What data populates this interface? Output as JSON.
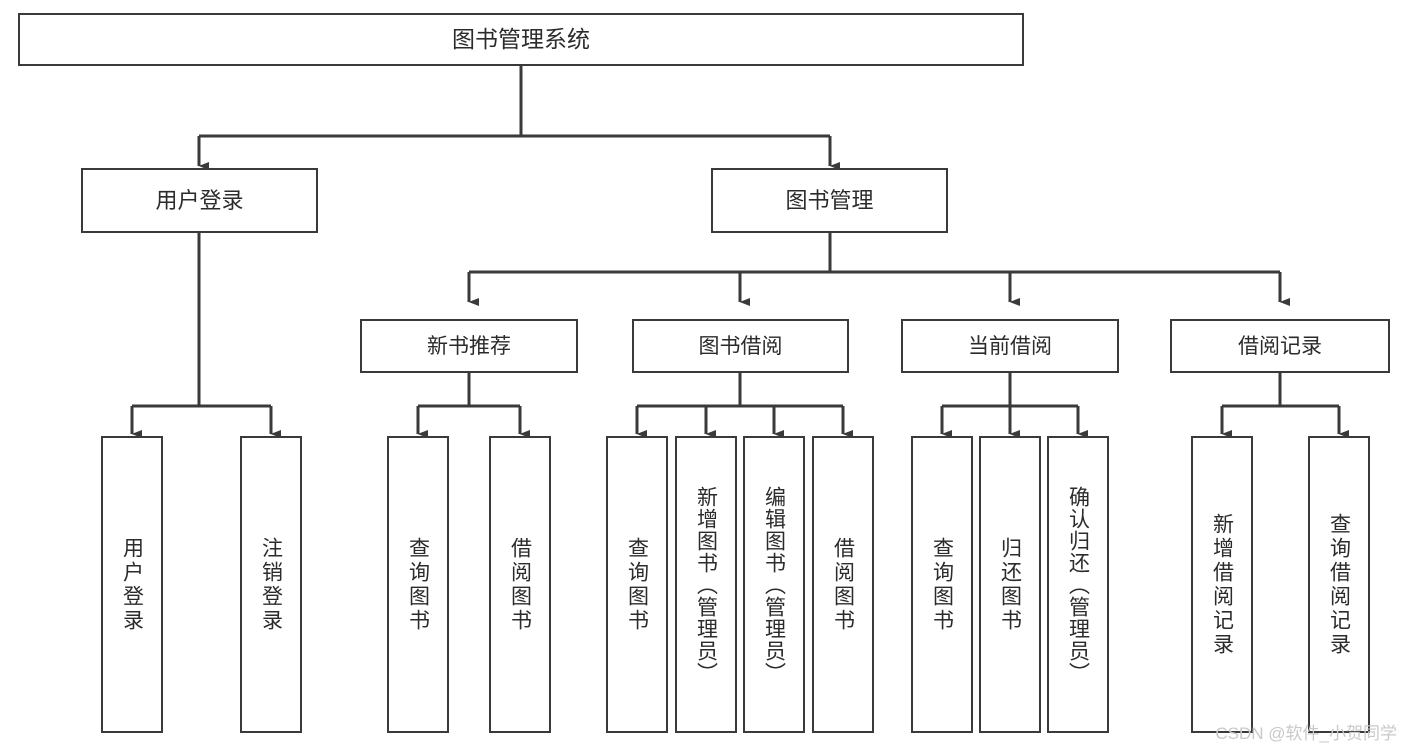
{
  "diagram": {
    "title": "图书管理系统",
    "watermark": "CSDN @软件_小贺同学",
    "colors": {
      "stroke": "#3a3a3a",
      "fill": "#ffffff",
      "text": "#2b2b2b",
      "watermark": "#c9c9c9"
    },
    "levels": {
      "root": {
        "label": "图书管理系统"
      },
      "level2": [
        {
          "id": "user-login",
          "label": "用户登录"
        },
        {
          "id": "book-management",
          "label": "图书管理"
        }
      ],
      "level3": [
        {
          "id": "new-book-recommend",
          "label": "新书推荐",
          "parent": "book-management"
        },
        {
          "id": "book-borrow",
          "label": "图书借阅",
          "parent": "book-management"
        },
        {
          "id": "current-borrow",
          "label": "当前借阅",
          "parent": "book-management"
        },
        {
          "id": "borrow-record",
          "label": "借阅记录",
          "parent": "book-management"
        }
      ],
      "leaves": [
        {
          "id": "leaf-user-login",
          "label": "用户登录",
          "parent": "user-login"
        },
        {
          "id": "leaf-logout",
          "label": "注销登录",
          "parent": "user-login"
        },
        {
          "id": "leaf-query-book-1",
          "label": "查询图书",
          "parent": "new-book-recommend"
        },
        {
          "id": "leaf-borrow-book-1",
          "label": "借阅图书",
          "parent": "new-book-recommend"
        },
        {
          "id": "leaf-query-book-2",
          "label": "查询图书",
          "parent": "book-borrow"
        },
        {
          "id": "leaf-add-book",
          "label": "新增图书（管理员）",
          "parent": "book-borrow"
        },
        {
          "id": "leaf-edit-book",
          "label": "编辑图书（管理员）",
          "parent": "book-borrow"
        },
        {
          "id": "leaf-borrow-book-2",
          "label": "借阅图书",
          "parent": "book-borrow"
        },
        {
          "id": "leaf-query-book-3",
          "label": "查询图书",
          "parent": "current-borrow"
        },
        {
          "id": "leaf-return-book",
          "label": "归还图书",
          "parent": "current-borrow"
        },
        {
          "id": "leaf-confirm-return",
          "label": "确认归还（管理员）",
          "parent": "current-borrow"
        },
        {
          "id": "leaf-add-record",
          "label": "新增借阅记录",
          "parent": "borrow-record"
        },
        {
          "id": "leaf-query-record",
          "label": "查询借阅记录",
          "parent": "borrow-record"
        }
      ]
    }
  }
}
